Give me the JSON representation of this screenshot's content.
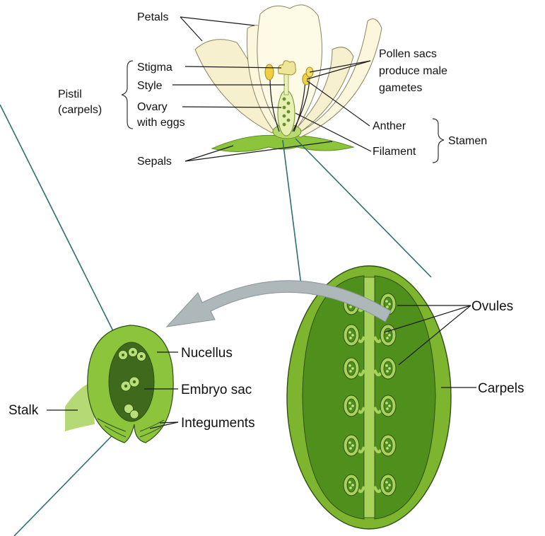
{
  "flower": {
    "petals": "Petals",
    "stigma": "Stigma",
    "style": "Style",
    "ovary_line1": "Ovary",
    "ovary_line2": "with eggs",
    "pistil_line1": "Pistil",
    "pistil_line2": "(carpels)",
    "pollen_line1": "Pollen sacs",
    "pollen_line2": "produce male",
    "pollen_line3": "gametes",
    "anther": "Anther",
    "filament": "Filament",
    "stamen": "Stamen",
    "sepals": "Sepals"
  },
  "carpel": {
    "ovules": "Ovules",
    "carpels": "Carpels"
  },
  "ovule": {
    "nucellus": "Nucellus",
    "embryo_sac": "Embryo sac",
    "stalk": "Stalk",
    "integuments": "Integuments"
  },
  "colors": {
    "petal_fill": "#fbf6dc",
    "petal_stroke": "#8c8462",
    "sepal_green": "#8cc43c",
    "carpel_outer": "#7db52f",
    "carpel_inner": "#4f8f1c",
    "ovule_light": "#a8d25c",
    "embryo_dark": "#3f6a1c",
    "anther_yellow": "#f0d040",
    "arrow_gray": "#aeb8ba",
    "connector_teal": "#2f6f6f"
  }
}
